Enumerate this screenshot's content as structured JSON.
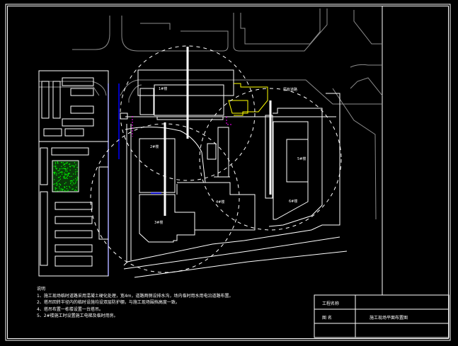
{
  "drawing": {
    "title_block": {
      "project_label": "工程名称",
      "drawing_label": "图  名",
      "drawing_name": "施工现场平面布置图"
    },
    "notes": {
      "heading": "说明",
      "items": [
        "1、施工现场临时道路采用混凝土硬化处理，宽4m，道路两侧设排水沟，场内临时用水用电沿道路布置。",
        "2、塔吊回转半径内的临时设施均设双层防护棚，与施工现场围挡高度一致。",
        "4、塔吊布置一栋楼设置一台塔吊。",
        "5、2#楼施工时设置施工电梯及临时用房。"
      ]
    },
    "labels": {
      "north_road": "原有道路",
      "building_1": "1#楼",
      "building_2": "2#楼",
      "building_3": "3#楼",
      "building_4": "4#楼",
      "building_5": "5#楼",
      "building_6": "6#楼"
    },
    "colors": {
      "line": "#ffffff",
      "road": "#8c8c8c",
      "fence": "#0000ff",
      "highlight": "#ffff00",
      "boundary": "#ff00ff",
      "greenery": "#00ff00"
    }
  }
}
